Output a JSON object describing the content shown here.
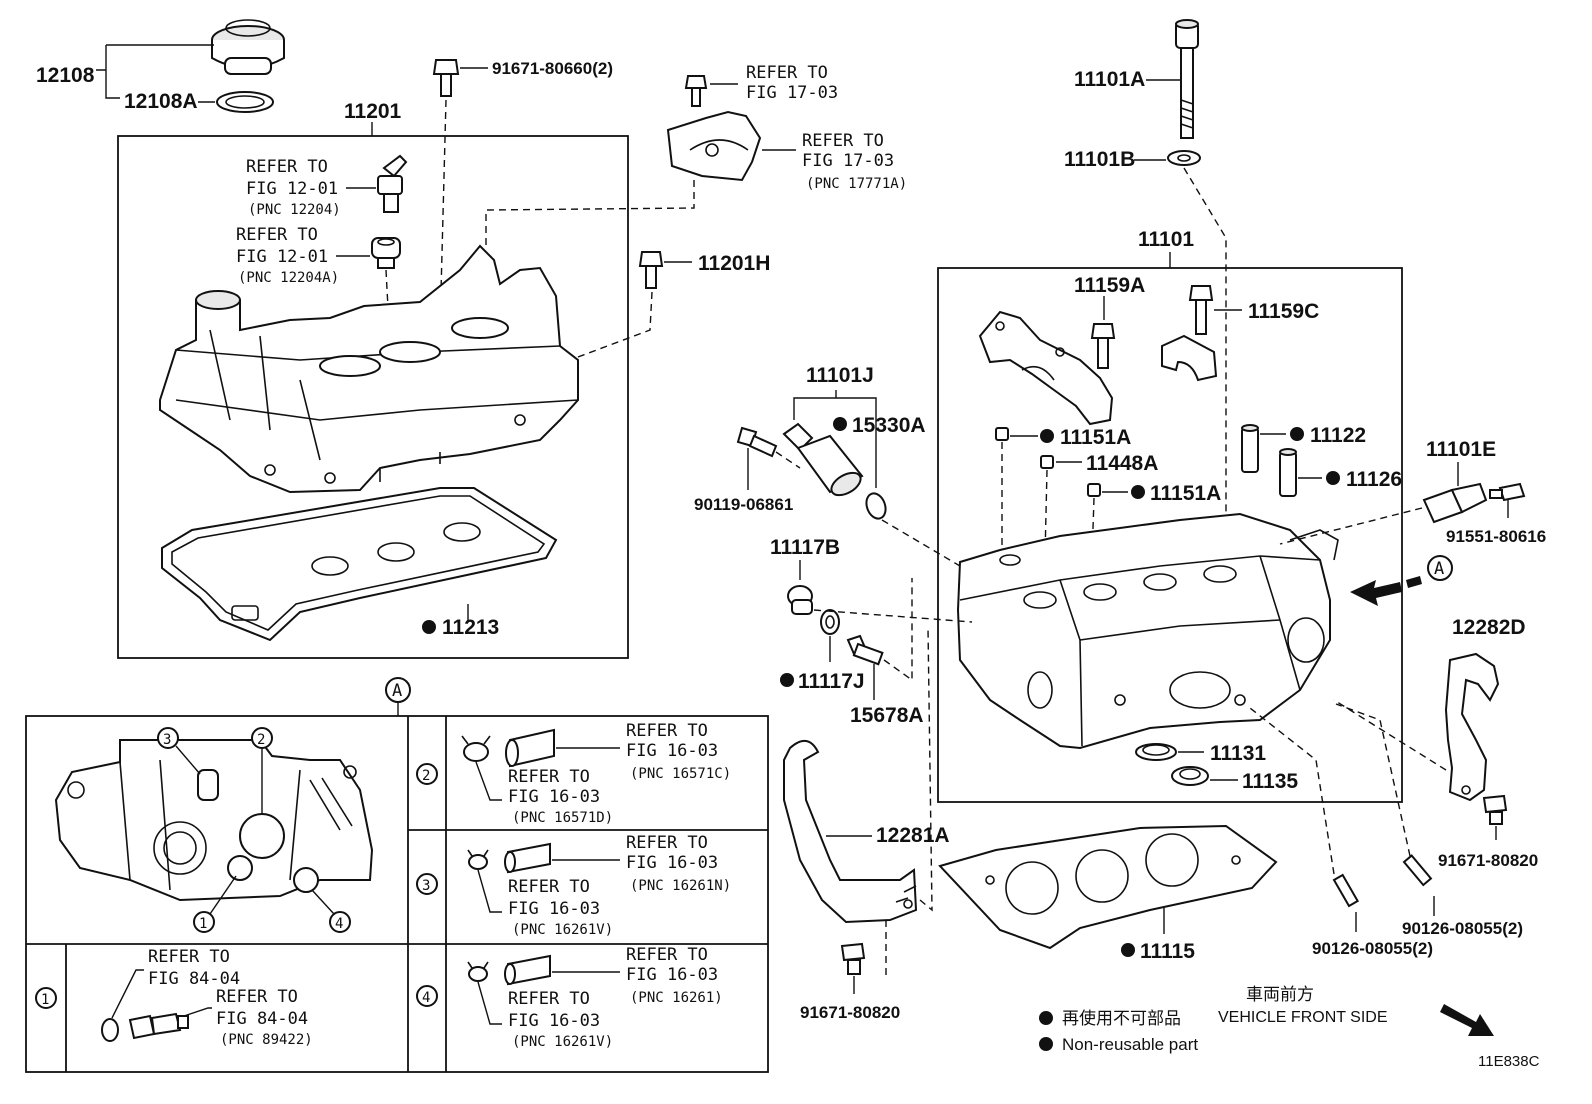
{
  "labels": {
    "p12108": "12108",
    "p12108A": "12108A",
    "p91671_80660": "91671-80660(2)",
    "p11201": "11201",
    "p11201H": "11201H",
    "p11213": "11213",
    "p11101A": "11101A",
    "p11101B": "11101B",
    "p11101": "11101",
    "p11159A": "11159A",
    "p11159C": "11159C",
    "p11101J": "11101J",
    "p15330A": "15330A",
    "p90119": "90119-06861",
    "p11151A_1": "11151A",
    "p11448A": "11448A",
    "p11151A_2": "11151A",
    "p11122": "11122",
    "p11126": "11126",
    "p11101E": "11101E",
    "p91551": "91551-80616",
    "p11117B": "11117B",
    "p11117J": "11117J",
    "p15678A": "15678A",
    "p12282D": "12282D",
    "p11131": "11131",
    "p11135": "11135",
    "p12281A": "12281A",
    "p91671_80820_r": "91671-80820",
    "p90126_a": "90126-08055(2)",
    "p90126_b": "90126-08055(2)",
    "p11115": "11115",
    "p91671_80820_b": "91671-80820"
  },
  "refs": {
    "r_fig1703_a_1": "REFER TO",
    "r_fig1703_a_2": "FIG 17-03",
    "r_fig1703_b_1": "REFER TO",
    "r_fig1703_b_2": "FIG 17-03",
    "r_fig1703_b_3": "(PNC 17771A)",
    "r_fig1201_a_1": "REFER TO",
    "r_fig1201_a_2": "FIG 12-01",
    "r_fig1201_a_3": "(PNC 12204)",
    "r_fig1201_b_1": "REFER TO",
    "r_fig1201_b_2": "FIG 12-01",
    "r_fig1201_b_3": "(PNC 12204A)"
  },
  "detail": {
    "marker": "A",
    "nums": [
      "1",
      "2",
      "3",
      "4"
    ],
    "row2": {
      "num": "2",
      "ref1": "REFER TO",
      "fig1": "FIG 16-03",
      "pnc1": "(PNC 16571C)",
      "ref2": "REFER TO",
      "fig2": "FIG 16-03",
      "pnc2": "(PNC 16571D)"
    },
    "row3": {
      "num": "3",
      "ref1": "REFER TO",
      "fig1": "FIG 16-03",
      "pnc1": "(PNC 16261N)",
      "ref2": "REFER TO",
      "fig2": "FIG 16-03",
      "pnc2": "(PNC 16261V)"
    },
    "row1": {
      "num": "1",
      "ref1": "REFER TO",
      "fig1": "FIG 84-04",
      "ref2": "REFER TO",
      "fig2": "FIG 84-04",
      "pnc2": "(PNC 89422)"
    },
    "row4": {
      "num": "4",
      "ref1": "REFER TO",
      "fig1": "FIG 16-03",
      "pnc1": "(PNC 16261)",
      "ref2": "REFER TO",
      "fig2": "FIG 16-03",
      "pnc2": "(PNC 16261V)"
    }
  },
  "view_marker": "A",
  "legend": {
    "jp": "再使用不可部品",
    "en": "Non-reusable part",
    "front_jp": "車両前方",
    "front_en": "VEHICLE FRONT SIDE"
  },
  "figure_code": "11E838C"
}
